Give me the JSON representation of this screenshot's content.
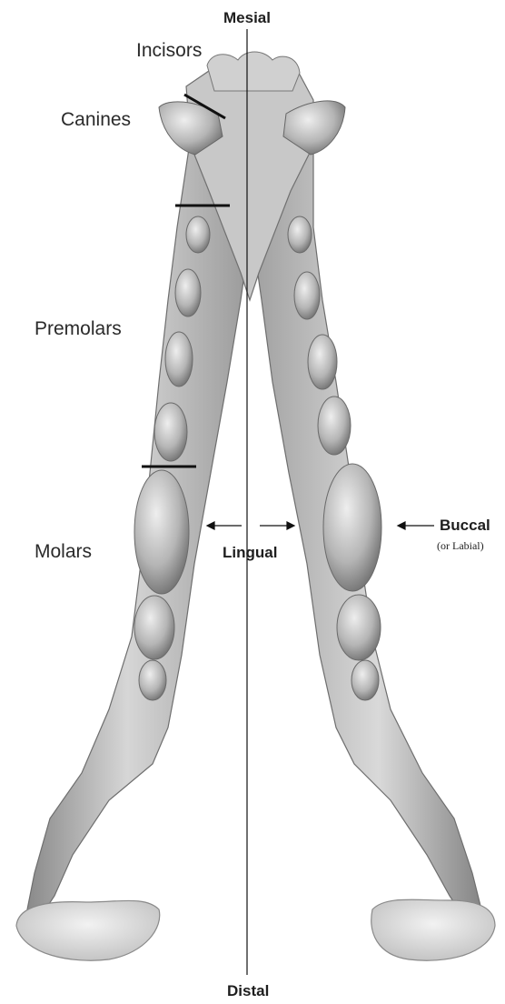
{
  "labels": {
    "mesial": "Mesial",
    "distal": "Distal",
    "lingual": "Lingual",
    "buccal": "Buccal",
    "buccal_sub": "(or Labial)",
    "incisors": "Incisors",
    "canines": "Canines",
    "premolars": "Premolars",
    "molars": "Molars"
  },
  "colors": {
    "bone_light": "#e4e4e4",
    "bone_mid": "#b9b9b9",
    "bone_dark": "#6e6e6e",
    "line": "#111111",
    "background": "#ffffff"
  }
}
